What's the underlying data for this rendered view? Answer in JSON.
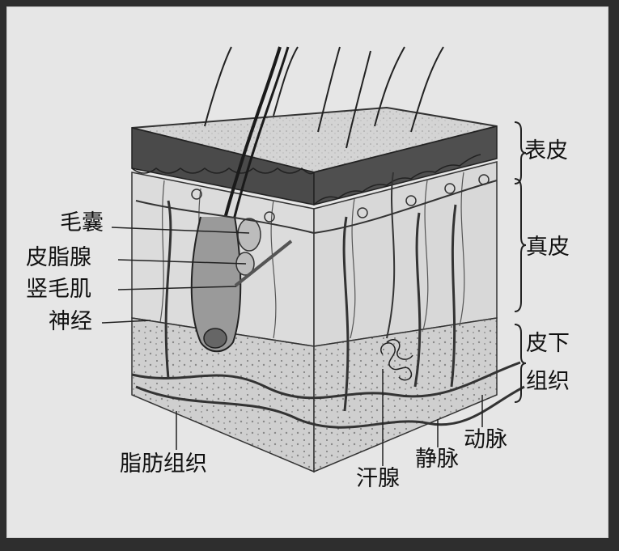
{
  "labels": {
    "epidermis": "表皮",
    "dermis": "真皮",
    "subcutis_line1": "皮下",
    "subcutis_line2": "组织",
    "hair_follicle": "毛囊",
    "sebaceous_gland": "皮脂腺",
    "arrector_pili": "竖毛肌",
    "nerve": "神经",
    "adipose_tissue": "脂肪组织",
    "sweat_gland": "汗腺",
    "vein": "静脉",
    "artery": "动脉"
  }
}
